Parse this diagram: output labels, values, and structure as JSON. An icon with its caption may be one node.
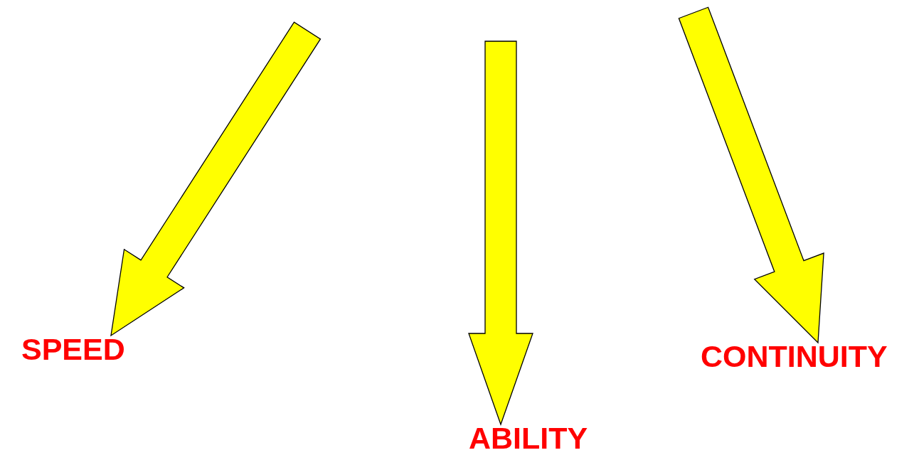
{
  "diagram": {
    "nodes": [
      {
        "text": [
          "SPEED"
        ]
      },
      {
        "text": [
          "ABILITY"
        ]
      },
      {
        "text": [
          "CONTINUITY"
        ]
      }
    ],
    "edges": [
      {
        "from": null,
        "to": 0,
        "arrow": "to"
      },
      {
        "from": null,
        "to": 1,
        "arrow": "to"
      },
      {
        "from": null,
        "to": 2,
        "arrow": "to"
      }
    ]
  }
}
